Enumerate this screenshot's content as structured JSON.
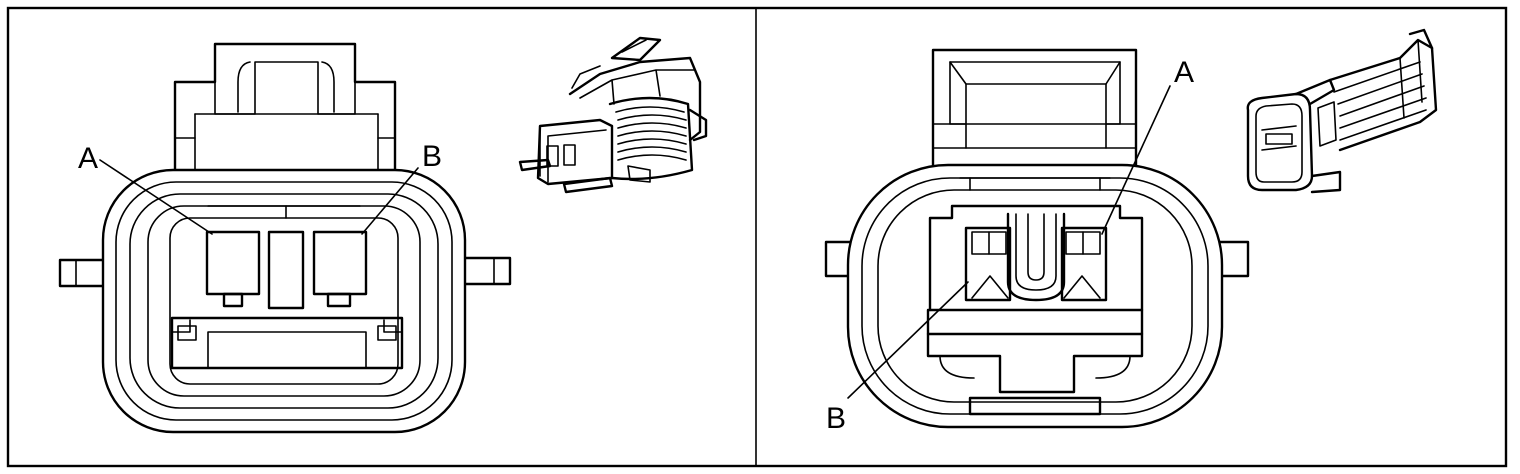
{
  "left_panel": {
    "label_a": "A",
    "label_b": "B"
  },
  "right_panel": {
    "label_a": "A",
    "label_b": "B"
  },
  "colors": {
    "line": "#000000",
    "background": "#ffffff"
  }
}
